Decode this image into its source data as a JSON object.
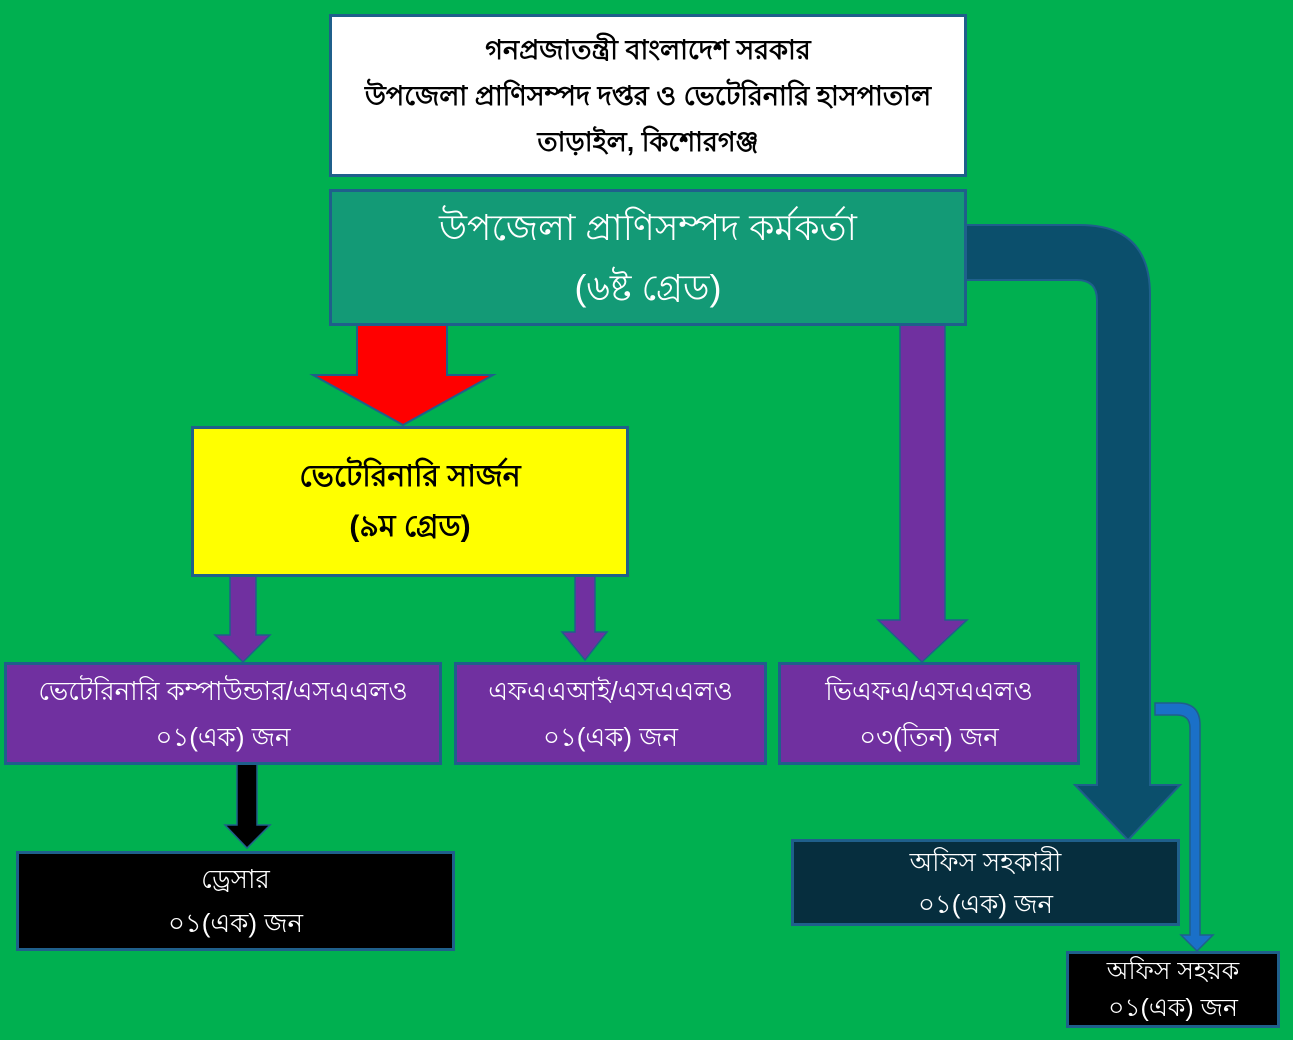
{
  "header": {
    "line1": "গনপ্রজাতন্ত্রী বাংলাদেশ সরকার",
    "line2": "উপজেলা প্রাণিসম্পদ দপ্তর ও ভেটেরিনারি হাসপাতাল",
    "line3": "তাড়াইল, কিশোরগঞ্জ"
  },
  "officer": {
    "title": "উপজেলা প্রাণিসম্পদ কর্মকর্তা",
    "grade": "(৬ষ্ট গ্রেড)"
  },
  "surgeon": {
    "title": "ভেটেরিনারি সার্জন",
    "grade": "(৯ম গ্রেড)"
  },
  "staff": [
    {
      "title": "ভেটেরিনারি কম্পাউন্ডার/এসএএলও",
      "count": "০১(এক) জন"
    },
    {
      "title": "এফএএআই/এসএএলও",
      "count": "০১(এক) জন"
    },
    {
      "title": "ভিএফএ/এসএএলও",
      "count": "০৩(তিন) জন"
    },
    {
      "title": "ড্রেসার",
      "count": "০১(এক) জন"
    },
    {
      "title": "অফিস সহকারী",
      "count": "০১(এক) জন"
    },
    {
      "title": "অফিস সহয়ক",
      "count": "০১(এক) জন"
    }
  ],
  "colors": {
    "background": "#00b050",
    "officer": "#139a76",
    "surgeon": "#ffff00",
    "staff": "#7030a0",
    "red_arrow": "#ff0000",
    "dark_arrow": "#0b4f6c",
    "light_arrow": "#1a70c8"
  }
}
